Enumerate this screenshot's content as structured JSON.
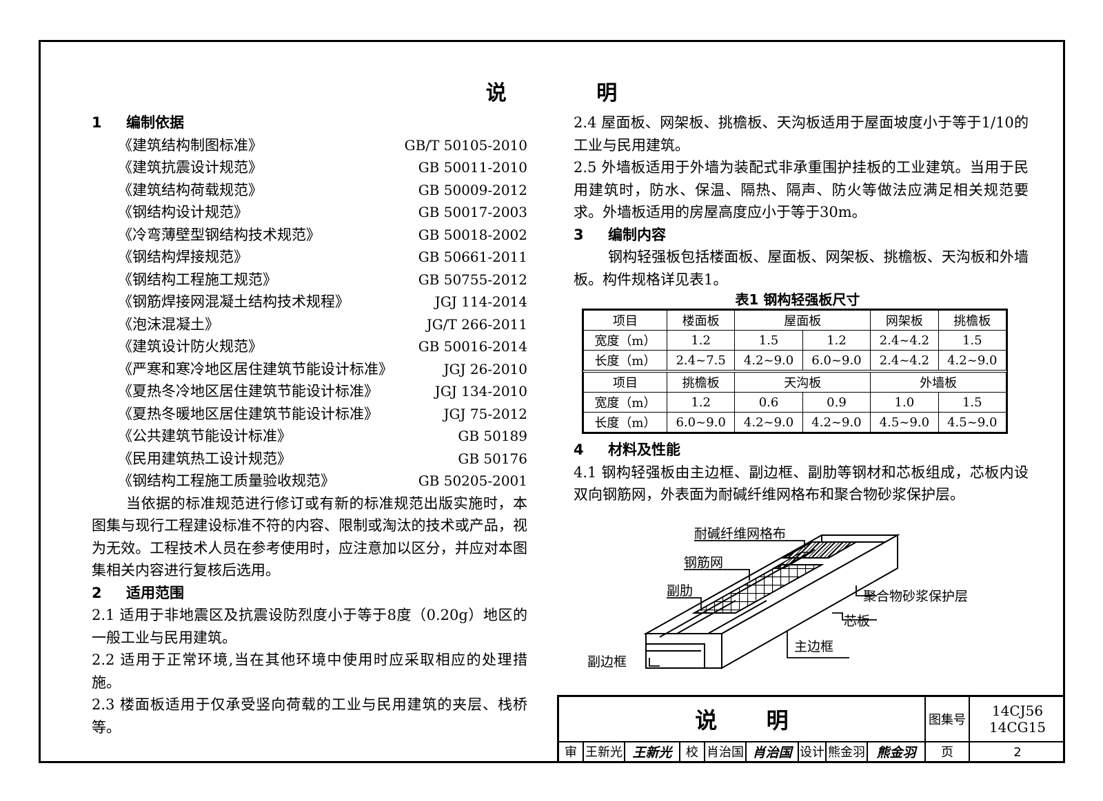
{
  "title": "说 明",
  "section1": {
    "num": "1",
    "heading": "编制依据",
    "refs": [
      {
        "name": "《建筑结构制图标准》",
        "code": "GB/T 50105-2010"
      },
      {
        "name": "《建筑抗震设计规范》",
        "code": "GB 50011-2010"
      },
      {
        "name": "《建筑结构荷载规范》",
        "code": "GB 50009-2012"
      },
      {
        "name": "《钢结构设计规范》",
        "code": "GB 50017-2003"
      },
      {
        "name": "《冷弯薄壁型钢结构技术规范》",
        "code": "GB 50018-2002"
      },
      {
        "name": "《钢结构焊接规范》",
        "code": "GB 50661-2011"
      },
      {
        "name": "《钢结构工程施工规范》",
        "code": "GB 50755-2012"
      },
      {
        "name": "《钢筋焊接网混凝土结构技术规程》",
        "code": "JGJ 114-2014"
      },
      {
        "name": "《泡沫混凝土》",
        "code": "JG/T 266-2011"
      },
      {
        "name": "《建筑设计防火规范》",
        "code": "GB 50016-2014"
      },
      {
        "name": "《严寒和寒冷地区居住建筑节能设计标准》",
        "code": "JGJ 26-2010"
      },
      {
        "name": "《夏热冬冷地区居住建筑节能设计标准》",
        "code": "JGJ 134-2010"
      },
      {
        "name": "《夏热冬暖地区居住建筑节能设计标准》",
        "code": "JGJ 75-2012"
      },
      {
        "name": "《公共建筑节能设计标准》",
        "code": "GB 50189"
      },
      {
        "name": "《民用建筑热工设计规范》",
        "code": "GB 50176"
      },
      {
        "name": "《钢结构工程施工质量验收规范》",
        "code": "GB 50205-2001"
      }
    ],
    "para": "当依据的标准规范进行修订或有新的标准规范出版实施时，本图集与现行工程建设标准不符的内容、限制或淘汰的技术或产品，视为无效。工程技术人员在参考使用时，应注意加以区分，并应对本图集相关内容进行复核后选用。"
  },
  "section2": {
    "num": "2",
    "heading": "适用范围",
    "p21": "2.1 适用于非地震区及抗震设防烈度小于等于8度（0.20g）地区的一般工业与民用建筑。",
    "p22": "2.2 适用于正常环境,当在其他环境中使用时应采取相应的处理措施。",
    "p23": "2.3 楼面板适用于仅承受竖向荷载的工业与民用建筑的夹层、栈桥等。",
    "p24": "2.4 屋面板、网架板、挑檐板、天沟板适用于屋面坡度小于等于1/10的工业与民用建筑。",
    "p25": "2.5 外墙板适用于外墙为装配式非承重围护挂板的工业建筑。当用于民用建筑时，防水、保温、隔热、隔声、防火等做法应满足相关规范要求。外墙板适用的房屋高度应小于等于30m。"
  },
  "section3": {
    "num": "3",
    "heading": "编制内容",
    "para": "钢构轻强板包括楼面板、屋面板、网架板、挑檐板、天沟板和外墙板。构件规格详见表1。"
  },
  "table1": {
    "caption": "表1 钢构轻强板尺寸",
    "h1": [
      "项目",
      "楼面板",
      "屋面板",
      "网架板",
      "挑檐板"
    ],
    "r1": [
      "宽度（m）",
      "1.2",
      "1.5",
      "1.2",
      "2.4~4.2",
      "1.5"
    ],
    "r2": [
      "长度（m）",
      "2.4~7.5",
      "4.2~9.0",
      "6.0~9.0",
      "2.4~4.2",
      "4.2~9.0"
    ],
    "h2": [
      "项目",
      "挑檐板",
      "天沟板",
      "外墙板"
    ],
    "r3": [
      "宽度（m）",
      "1.2",
      "0.6",
      "0.9",
      "1.0",
      "1.5"
    ],
    "r4": [
      "长度（m）",
      "6.0~9.0",
      "4.2~9.0",
      "4.2~9.0",
      "4.5~9.0",
      "4.5~9.0"
    ]
  },
  "section4": {
    "num": "4",
    "heading": "材料及性能",
    "p41": "4.1 钢构轻强板由主边框、副边框、副肋等钢材和芯板组成，芯板内设双向钢筋网，外表面为耐碱纤维网格布和聚合物砂浆保护层。"
  },
  "figure": {
    "labels": {
      "mesh_cloth": "耐碱纤维网格布",
      "rebar_mesh": "钢筋网",
      "rib": "副肋",
      "mortar": "聚合物砂浆保护层",
      "core": "芯板",
      "main_frame": "主边框",
      "sub_frame": "副边框"
    }
  },
  "titleblock": {
    "name": "说 明",
    "atlas_label": "图集号",
    "atlas_code1": "14CJ56",
    "atlas_code2": "14CG15",
    "review_label": "审核",
    "review_name": "王新光",
    "review_sig": "王新光",
    "check_label": "校对",
    "check_name": "肖治国",
    "check_sig": "肖治国",
    "design_label": "设计",
    "design_name": "熊金羽",
    "design_sig": "熊金羽",
    "page_label": "页",
    "page_num": "2"
  }
}
